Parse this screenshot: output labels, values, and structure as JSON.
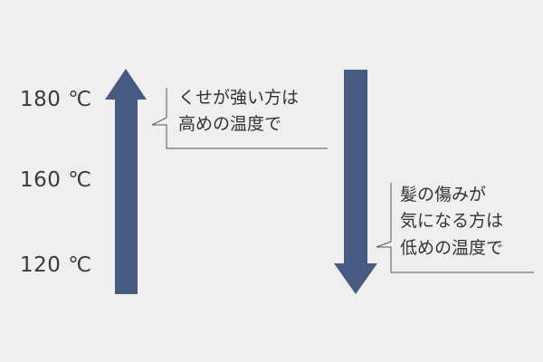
{
  "temperatures": {
    "t180": "180 ℃",
    "t160": "160 ℃",
    "t120": "120 ℃"
  },
  "callouts": {
    "high": {
      "line1": "くせが強い方は",
      "line2": "高めの温度で"
    },
    "low": {
      "line1": "髪の傷みが",
      "line2": "気になる方は",
      "line3": "低めの温度で"
    }
  },
  "colors": {
    "arrow": "#465a82",
    "background": "#efefef",
    "leader_line": "#555555"
  },
  "icons": [
    "arrow-up-icon",
    "arrow-down-icon"
  ]
}
